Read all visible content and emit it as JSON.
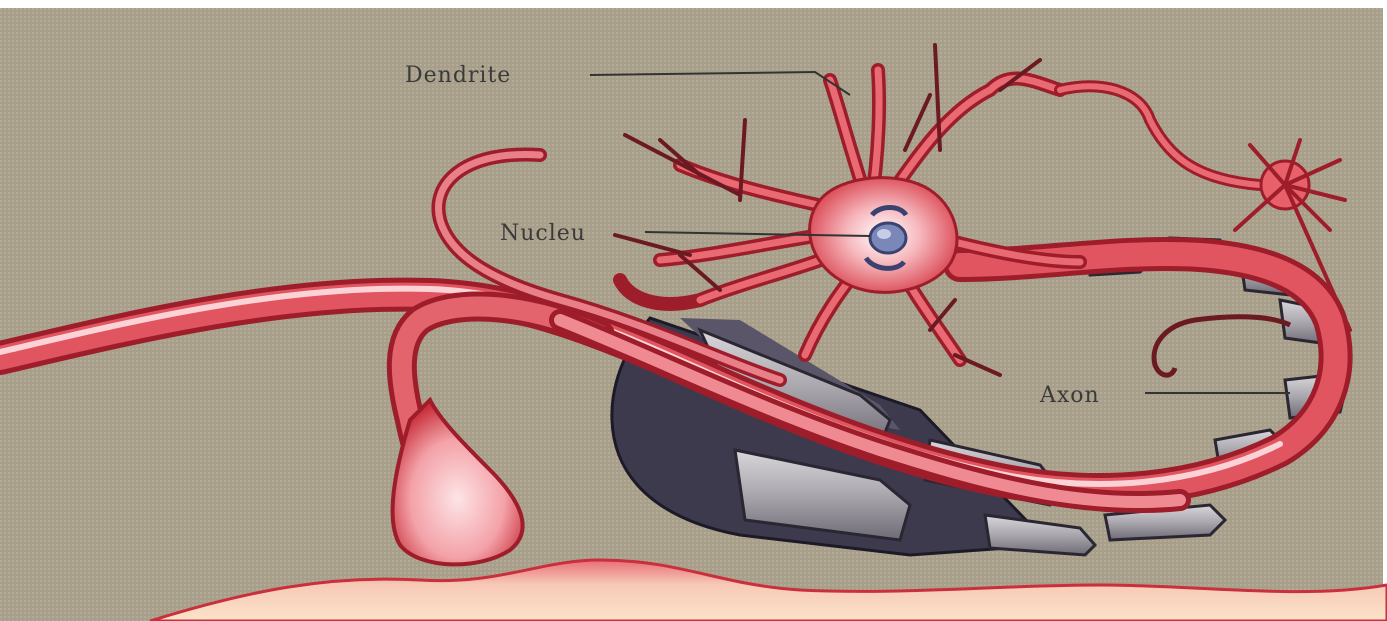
{
  "diagram": {
    "labels": {
      "dendrite": "Dendrite",
      "nucleus": "Nucleu",
      "axon": "Axon"
    },
    "colors": {
      "background": "#a89f8a",
      "neuron_fill": "#e8606a",
      "neuron_dark": "#b52a35",
      "neuron_light": "#fbd3d6",
      "myelin": "#b5b2b8",
      "myelin_dark": "#4a4658",
      "nucleus": "#7a87b8",
      "label_line": "#333333"
    }
  }
}
